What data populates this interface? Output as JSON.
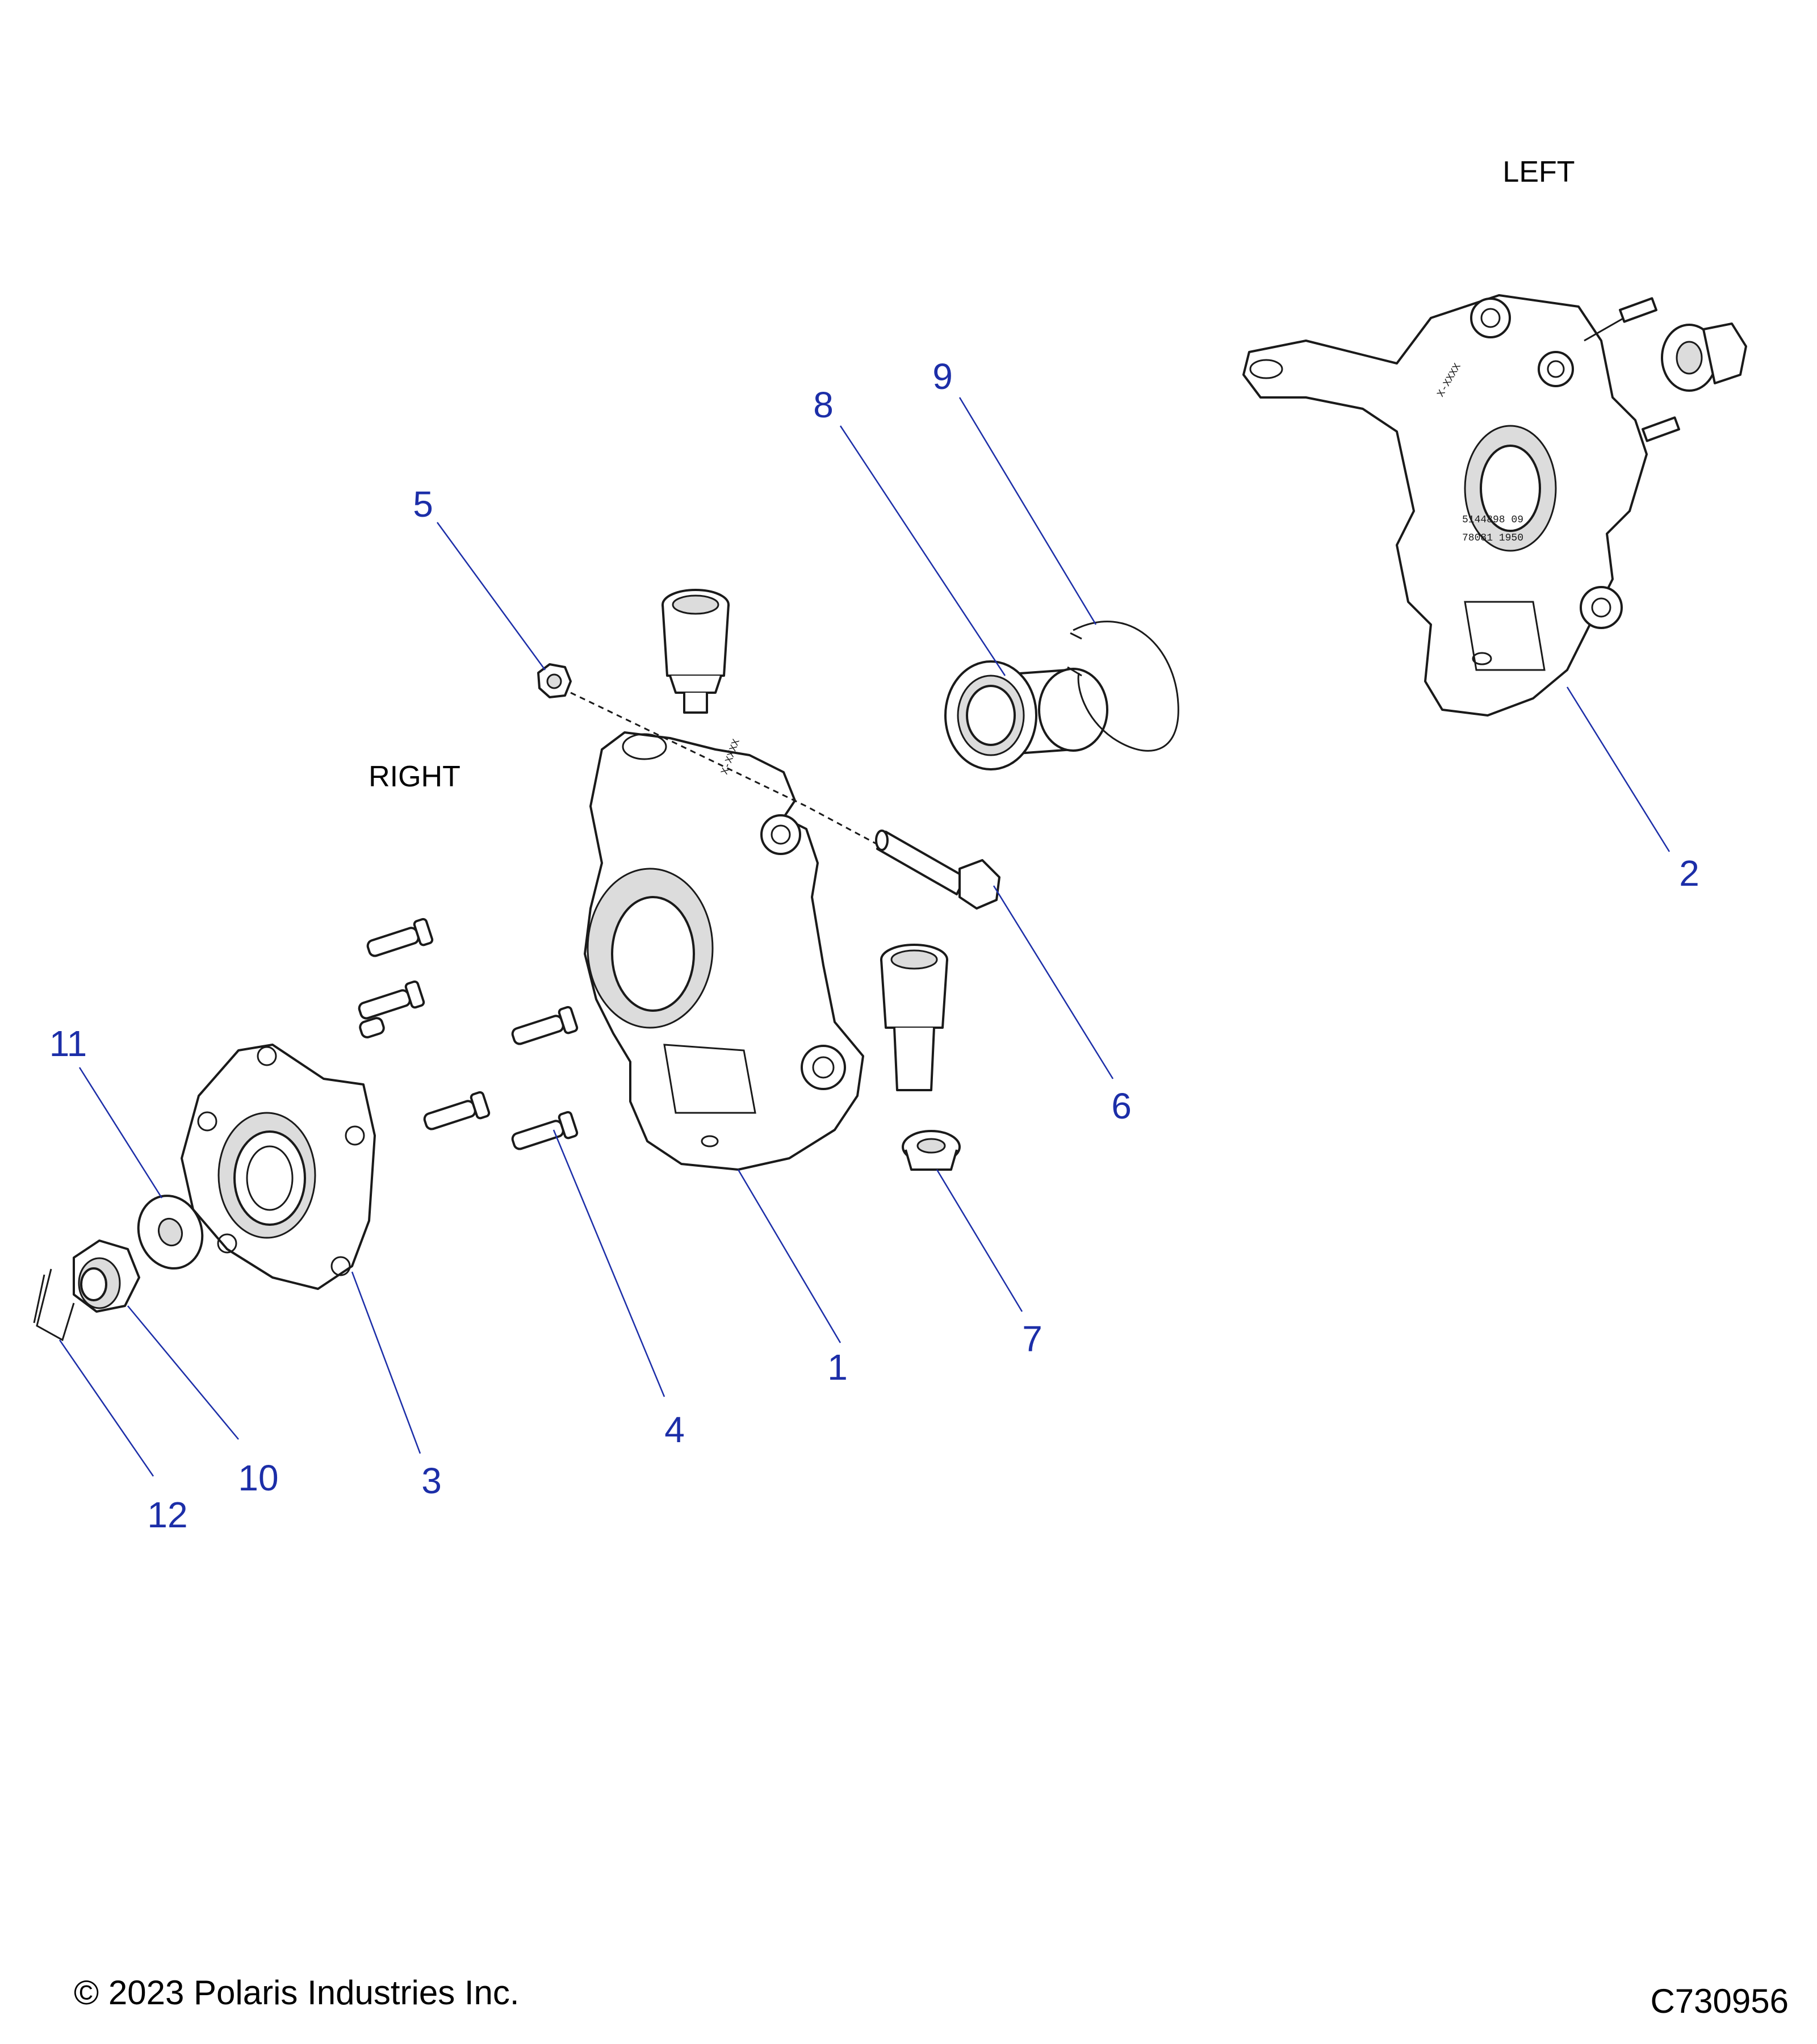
{
  "labels": {
    "left": "LEFT",
    "right": "RIGHT"
  },
  "callouts": [
    {
      "id": "1",
      "text": "1"
    },
    {
      "id": "2",
      "text": "2"
    },
    {
      "id": "3",
      "text": "3"
    },
    {
      "id": "4",
      "text": "4"
    },
    {
      "id": "5",
      "text": "5"
    },
    {
      "id": "6",
      "text": "6"
    },
    {
      "id": "7",
      "text": "7"
    },
    {
      "id": "8",
      "text": "8"
    },
    {
      "id": "9",
      "text": "9"
    },
    {
      "id": "10",
      "text": "10"
    },
    {
      "id": "11",
      "text": "11"
    },
    {
      "id": "12",
      "text": "12"
    }
  ],
  "footer": {
    "copyright": "© 2023 Polaris Industries Inc.",
    "figure_code": "C730956"
  },
  "colors": {
    "callout": "#1c2ea8",
    "line_art": "#1a1a1a",
    "background": "#ffffff"
  }
}
